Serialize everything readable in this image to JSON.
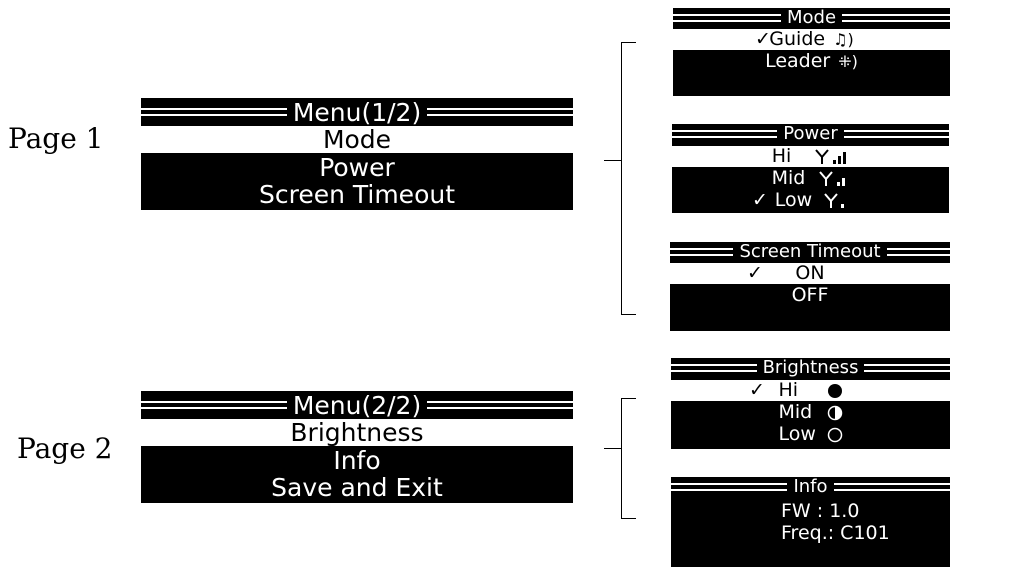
{
  "page1": {
    "label": "Page 1",
    "menu": {
      "title": "Menu(1/2)",
      "items": [
        "Mode",
        "Power",
        "Screen Timeout"
      ]
    },
    "mode": {
      "title": "Mode",
      "items": [
        {
          "check": "✓",
          "label": "Guide",
          "icon": "♫)"
        },
        {
          "label": "Leader",
          "icon": "⁜)"
        }
      ]
    },
    "power": {
      "title": "Power",
      "items": [
        {
          "label": "Hi"
        },
        {
          "label": "Mid"
        },
        {
          "check": "✓",
          "label": "Low"
        }
      ]
    },
    "timeout": {
      "title": "Screen Timeout",
      "items": [
        {
          "check": "✓",
          "label": "ON"
        },
        {
          "label": "OFF"
        }
      ]
    }
  },
  "page2": {
    "label": "Page 2",
    "menu": {
      "title": "Menu(2/2)",
      "items": [
        "Brightness",
        "Info",
        "Save and Exit"
      ]
    },
    "brightness": {
      "title": "Brightness",
      "items": [
        {
          "check": "✓",
          "label": "Hi"
        },
        {
          "label": "Mid"
        },
        {
          "label": "Low"
        }
      ]
    },
    "info": {
      "title": "Info",
      "fw": "FW : 1.0",
      "freq": "Freq.: C101"
    }
  }
}
